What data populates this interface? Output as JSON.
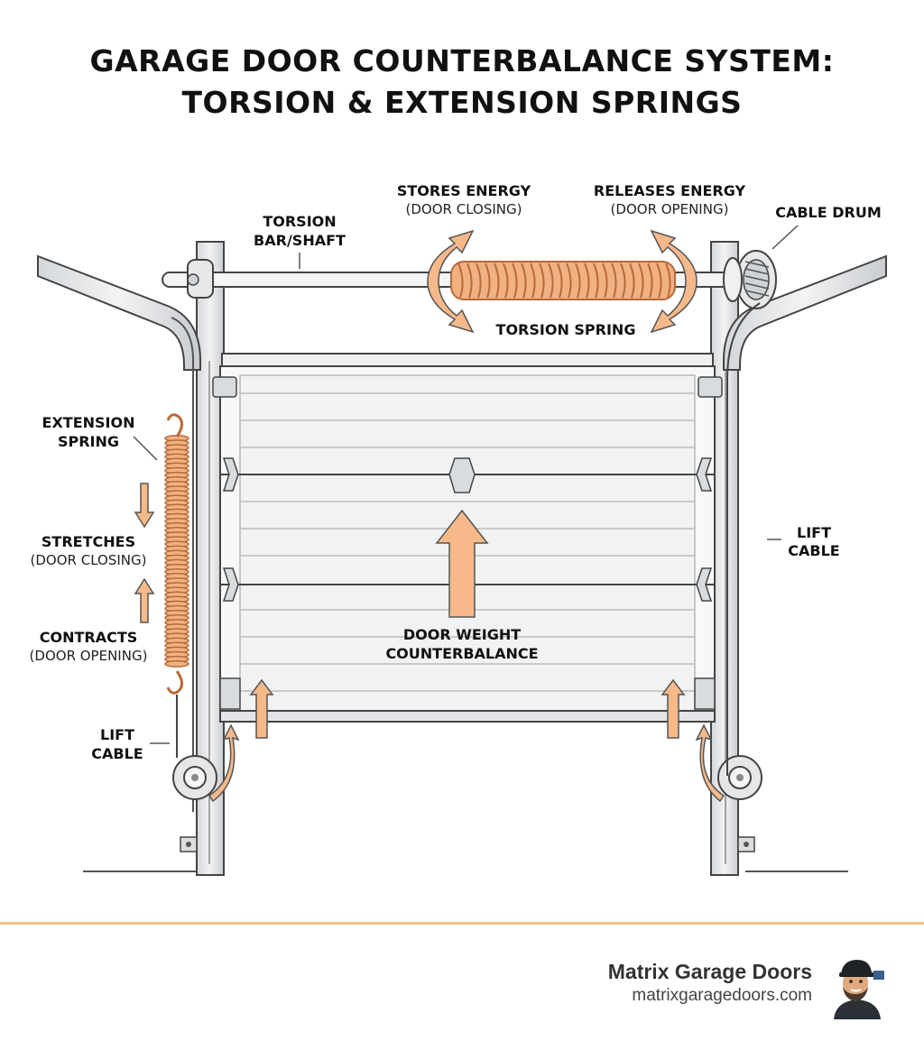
{
  "title": {
    "line1": "GARAGE DOOR COUNTERBALANCE SYSTEM:",
    "line2": "TORSION & EXTENSION SPRINGS"
  },
  "labels": {
    "torsion_bar": [
      "TORSION",
      "BAR/SHAFT"
    ],
    "stores_energy": "STORES ENERGY",
    "stores_energy_sub": "(DOOR CLOSING)",
    "releases_energy": "RELEASES ENERGY",
    "releases_energy_sub": "(DOOR OPENING)",
    "cable_drum": "CABLE DRUM",
    "torsion_spring": "TORSION SPRING",
    "extension_spring": [
      "EXTENSION",
      "SPRING"
    ],
    "stretches": "STRETCHES",
    "stretches_sub": "(DOOR CLOSING)",
    "contracts": "CONTRACTS",
    "contracts_sub": "(DOOR OPENING)",
    "lift_cable_left": [
      "LIFT",
      "CABLE"
    ],
    "lift_cable_right": [
      "LIFT",
      "CABLE"
    ],
    "door_weight": [
      "DOOR WEIGHT",
      "COUNTERBALANCE"
    ]
  },
  "footer": {
    "brand_name": "Matrix Garage Doors",
    "brand_url": "matrixgaragedoors.com"
  },
  "colors": {
    "spring": "#f0b183",
    "spring_dark": "#b86a3a",
    "arrow_fill": "#f7b98a",
    "metal": "#e4e6e8",
    "outline": "#444444",
    "footer_rule": "#f4c08a"
  }
}
